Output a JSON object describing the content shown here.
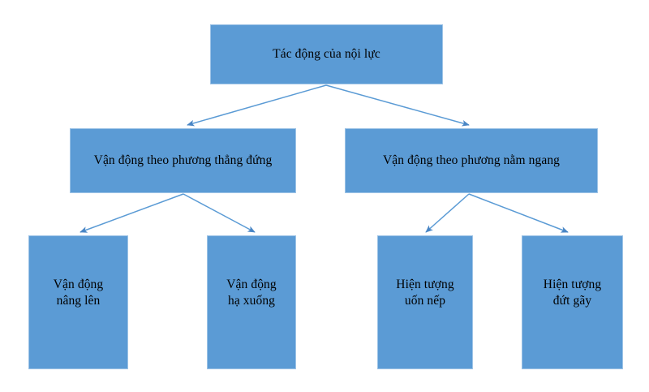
{
  "diagram": {
    "title": "Tác động của nội lực",
    "theme": {
      "node_fill": "#5b9bd5",
      "node_border": "#9dc3e6",
      "connector_color": "#5b9bd5",
      "text_color": "#000000",
      "background": "#ffffff"
    },
    "nodes": {
      "root": {
        "label": "Tác động của nội lực"
      },
      "vertical": {
        "label": "Vận động theo phương thẳng đứng"
      },
      "horizontal": {
        "label": "Vận động theo phương nằm ngang"
      },
      "uplift": {
        "label": "Vận động\nnâng lên"
      },
      "subsidence": {
        "label": "Vận động\nhạ xuống"
      },
      "fold": {
        "label": "Hiện tượng\nuốn nếp"
      },
      "fault": {
        "label": "Hiện tượng\nđứt gãy"
      }
    },
    "edges": [
      {
        "name": "root-to-vertical",
        "from": "root",
        "to": "vertical"
      },
      {
        "name": "root-to-horizontal",
        "from": "root",
        "to": "horizontal"
      },
      {
        "name": "vertical-to-uplift",
        "from": "vertical",
        "to": "uplift"
      },
      {
        "name": "vertical-to-subsidence",
        "from": "vertical",
        "to": "subsidence"
      },
      {
        "name": "horizontal-to-fold",
        "from": "horizontal",
        "to": "fold"
      },
      {
        "name": "horizontal-to-fault",
        "from": "horizontal",
        "to": "fault"
      }
    ]
  }
}
